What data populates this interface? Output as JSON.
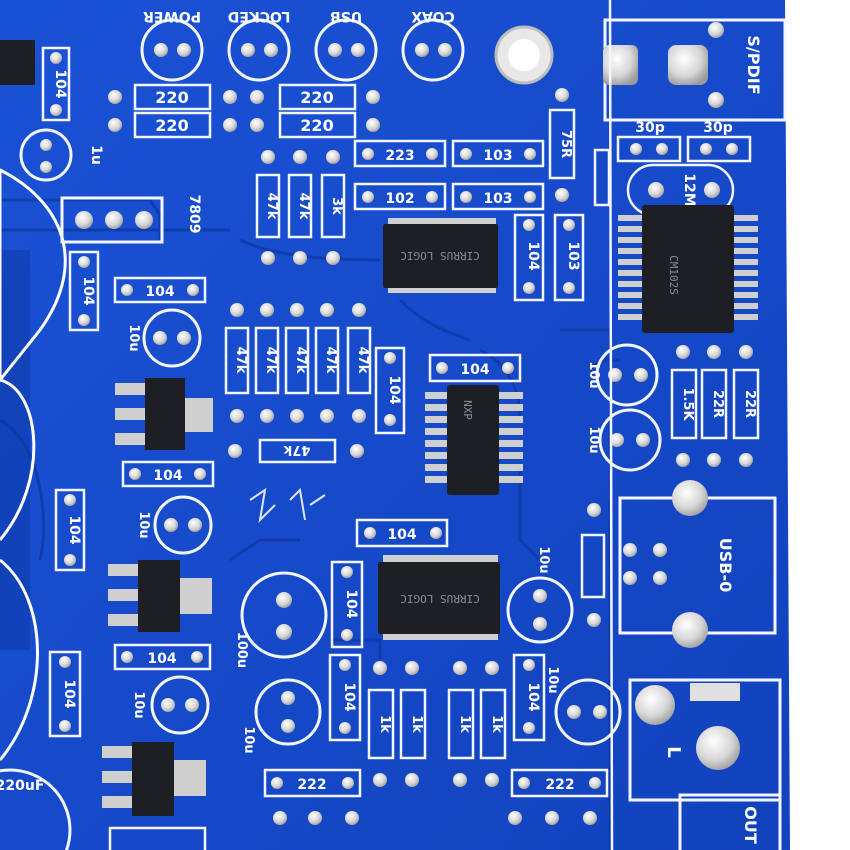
{
  "board": {
    "colors": {
      "pcb": "#1549c9",
      "pcb_dark": "#0f3aa8",
      "silk": "#f4f6ff",
      "pad": "#d9d9d9",
      "chip": "#1d1f24"
    },
    "leds": [
      "POWER",
      "LOCKED",
      "USB",
      "COAX"
    ],
    "connectors": {
      "spdif": "S/PDIF",
      "usb": "USB-0",
      "out": "OUT",
      "left": "L"
    },
    "regulator": "7809",
    "resistors": {
      "r220": "220",
      "r47k": "47k",
      "r3k": "3k",
      "r75": "75R",
      "r15k": "1.5K",
      "r22": "22R",
      "r1k": "1k"
    },
    "capacitors": {
      "c104": "104",
      "c103": "103",
      "c102": "102",
      "c223": "223",
      "c222": "222",
      "c30p": "30p",
      "c10u": "10u",
      "c100u": "100u",
      "c1u": "1u",
      "c220uf": "220uF"
    },
    "crystal": "12M",
    "chips": {
      "receiver": "CIRRUS LOGIC",
      "usb": "CM102S",
      "nxp": "NXP"
    }
  }
}
